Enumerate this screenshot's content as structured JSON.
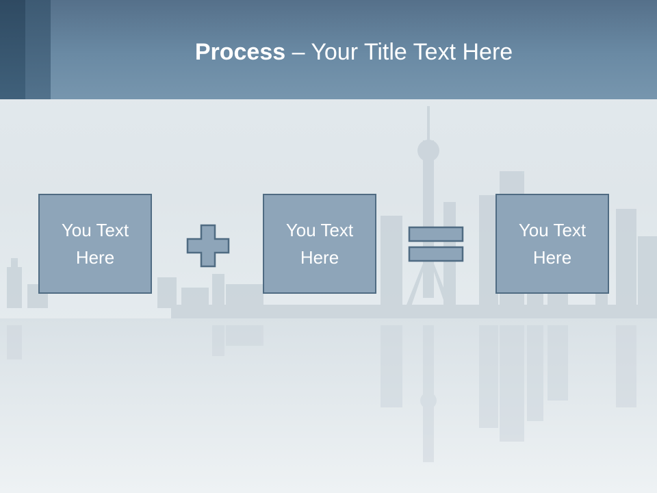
{
  "slide": {
    "title_bold": "Process",
    "title_rest": " – Your Title Text Here",
    "boxes": [
      {
        "line1": "You Text",
        "line2": "Here"
      },
      {
        "line1": "You Text",
        "line2": "Here"
      },
      {
        "line1": "You Text",
        "line2": "Here"
      }
    ],
    "operators": [
      "plus-icon",
      "equals-icon"
    ]
  },
  "colors": {
    "title_bar": "#6a8aa4",
    "accent_dark": "#2f4a62",
    "box_fill": "#8ea5b9",
    "box_border": "#4f6b82",
    "text": "#ffffff"
  }
}
